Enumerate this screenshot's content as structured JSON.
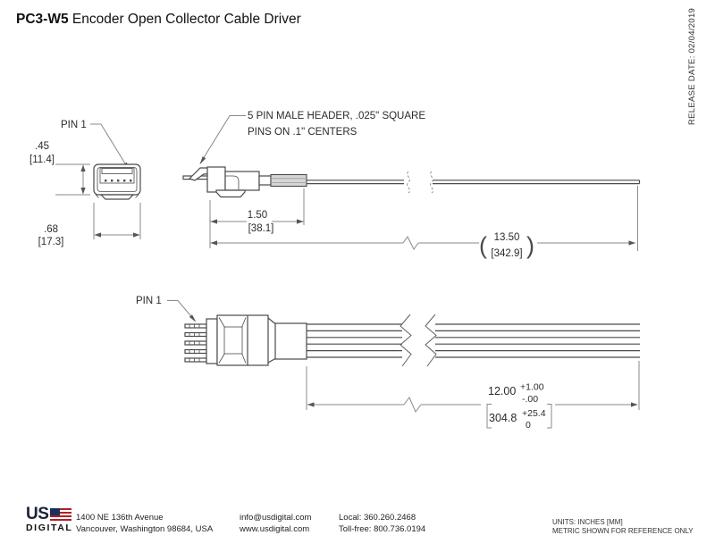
{
  "title": {
    "model": "PC3-W5",
    "rest": "Encoder Open Collector Cable Driver"
  },
  "release_date": "RELEASE DATE: 02/04/2019",
  "front_view": {
    "pin1": "PIN 1",
    "height_in": ".45",
    "height_mm": "[11.4]",
    "width_in": ".68",
    "width_mm": "[17.3]"
  },
  "side_view": {
    "note1": "5 PIN MALE HEADER, .025\" SQUARE",
    "note2": "PINS ON .1\" CENTERS",
    "len_in": "1.50",
    "len_mm": "[38.1]",
    "cable_in": "13.50",
    "cable_mm": "[342.9]",
    "paren_open": "(",
    "paren_close": ")"
  },
  "cable_view": {
    "pin1": "PIN 1",
    "len_in": "12.00",
    "tol_plus": "+1.00",
    "tol_minus": "-.00",
    "len_mm": "304.8",
    "tol_mm_plus": "+25.4",
    "tol_mm_minus": "0"
  },
  "footer": {
    "logo_top": "US",
    "logo_bottom": "DIGITAL",
    "flag_icon": "us-flag-icon",
    "address_line1": "1400 NE 136th Avenue",
    "address_line2": "Vancouver, Washington 98684, USA",
    "email": "info@usdigital.com",
    "website": "www.usdigital.com",
    "phone_local": "Local: 360.260.2468",
    "phone_tollfree": "Toll-free: 800.736.0194",
    "units_line1": "UNITS: INCHES [MM]",
    "units_line2": "METRIC SHOWN FOR REFERENCE ONLY"
  },
  "colors": {
    "outline": "#4a4a4a",
    "dim_line": "#8a8a8a",
    "text": "#2b2b2b",
    "flag_blue": "#1c2f5e",
    "flag_red": "#b01f24",
    "tube_fill": "#d6d6d6"
  }
}
